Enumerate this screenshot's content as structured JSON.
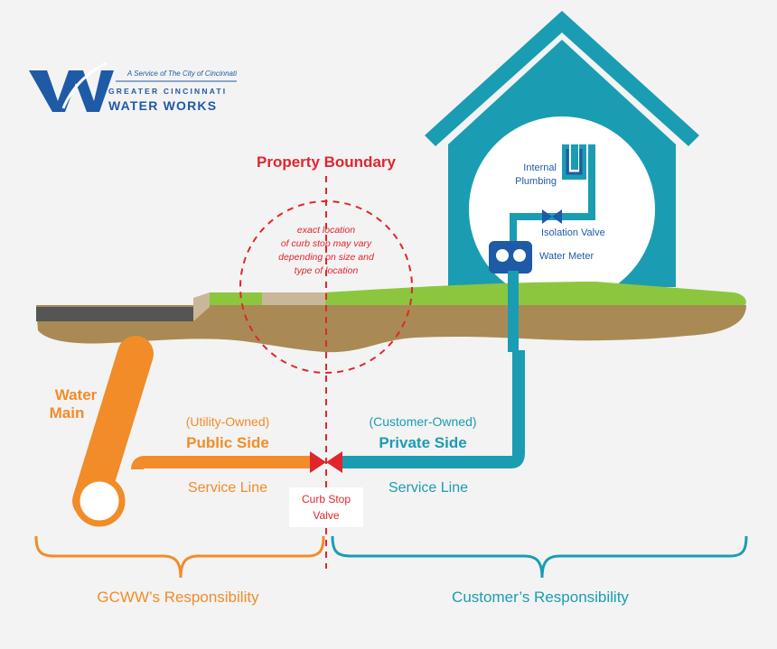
{
  "logo": {
    "tagline": "A Service of The City of Cincinnati",
    "line1": "GREATER CINCINNATI",
    "line2": "WATER WORKS",
    "mark_letter": "W"
  },
  "labels": {
    "property_boundary": "Property Boundary",
    "curb_note_1": "exact location",
    "curb_note_2": "of curb stop may vary",
    "curb_note_3": "depending on size and",
    "curb_note_4": "type of location",
    "internal_plumbing_1": "Internal",
    "internal_plumbing_2": "Plumbing",
    "isolation_valve": "Isolation Valve",
    "water_meter": "Water Meter",
    "water_main_1": "Water",
    "water_main_2": "Main",
    "utility_owned": "(Utility-Owned)",
    "public_side": "Public Side",
    "customer_owned": "(Customer-Owned)",
    "private_side": "Private Side",
    "service_line_left": "Service Line",
    "service_line_right": "Service Line",
    "curb_stop_1": "Curb Stop",
    "curb_stop_2": "Valve",
    "gcww_responsibility": "GCWW’s Responsibility",
    "customer_responsibility": "Customer’s Responsibility"
  },
  "colors": {
    "orange": "#f28c28",
    "teal": "#1a9db2",
    "red": "#e0262c",
    "navy": "#1f5aa6",
    "ground": "#a98a55",
    "grass": "#8cc63f",
    "sand": "#c9b79a",
    "road": "#555555"
  }
}
